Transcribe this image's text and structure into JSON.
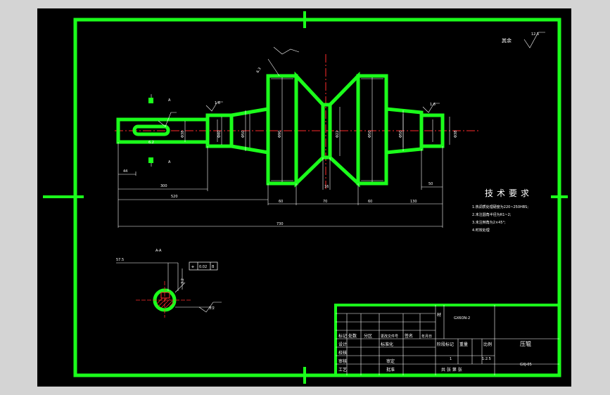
{
  "colors": {
    "background": "#000000",
    "outline": "#1bff1b",
    "centerline": "#ff2a2a",
    "dimension": "#ffffff",
    "workspace_frame": "#d4d4d4"
  },
  "drawing": {
    "roughness_other": "其余",
    "roughness_other_value": "12.5",
    "roughness_top_value": "6.3",
    "roughness_left_value": "1.6",
    "roughness_right_value": "1.6",
    "section_marker_a": "A",
    "section_title": "A-A",
    "section_dim": "57.5",
    "section_roughness": "3.2",
    "section_roughness_bottom": "3.2",
    "tolerance": {
      "symbol": "⌯",
      "value": "0.02",
      "datum": "B"
    },
    "dims_horizontal": [
      "44",
      "300",
      "520",
      "60",
      "70",
      "60",
      "130",
      "50",
      "730"
    ],
    "dims_vertical": [
      "Φ38",
      "Φ40",
      "Φ50",
      "Φ90",
      "Φ22",
      "Φ50",
      "Φ50",
      "Φ38"
    ],
    "dim_16": "16",
    "key_width": "6.2"
  },
  "tech_req": {
    "title": "技术要求",
    "items": [
      "1.热调质处理硬度为220~250HBS;",
      "2.未注圆角半径为R1~2;",
      "3.未注倒角为2×45°;",
      "4.时效处理"
    ]
  },
  "title_block": {
    "part_name": "压辊",
    "drawing_no": "GXJ-05",
    "sub_code": "GX6ON-2",
    "scale": "1:2.5",
    "count": "1",
    "stage_label": "阶段标记",
    "weight_label": "重量",
    "scale_label": "比例",
    "sheets": "共 张 第 张",
    "standardize": "标准化",
    "approve": "审定",
    "process": "工艺",
    "check": "审核",
    "design": "设计",
    "approve2": "批准",
    "mark_cols": [
      "标记",
      "处数",
      "分区",
      "更改文件号",
      "签名",
      "年月日"
    ],
    "mat_label": "材",
    "row_labels": [
      "设计",
      "校核",
      "审核",
      "工艺"
    ]
  }
}
